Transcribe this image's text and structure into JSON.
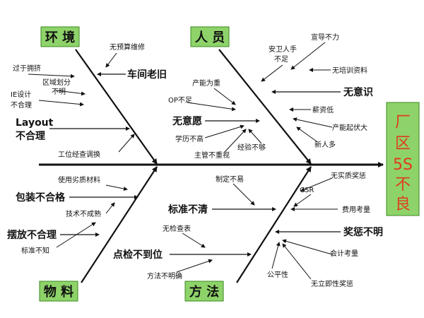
{
  "colors": {
    "box_fill": "#8ed36a",
    "box_border": "#3a8a1f",
    "effect_text": "#e03a1e",
    "line": "#111111"
  },
  "categories": {
    "environment": "环 境",
    "people": "人 员",
    "material": "物 料",
    "method": "方 法"
  },
  "effect": {
    "line1": "厂",
    "line2": "区",
    "line3": "5S",
    "line4": "不",
    "line5": "良"
  },
  "causes": {
    "environment": {
      "old_workshop": "车间老旧",
      "layout_line1": "Layout",
      "layout_line2": "不合理"
    },
    "people": {
      "no_awareness_left": "无意愿",
      "no_awareness_right": "无意识"
    },
    "material": {
      "packaging": "包装不合格",
      "placement": "摆放不合理"
    },
    "method": {
      "inspection": "点检不到位",
      "standard": "标准不清",
      "reward": "奖惩不明"
    }
  },
  "minor": {
    "no_budget": "无预算维修",
    "too_crowded": "过于拥挤",
    "area_unclear_1": "区域划分",
    "area_unclear_2": "不明",
    "ie_design_1": "IE设计",
    "ie_design_2": "不合理",
    "frequent_change": "工位经查调换",
    "output_first": "产能为重",
    "op_insufficient": "OP不足",
    "low_education": "学历不高",
    "supervisor": "主管不重视",
    "inexperienced": "经验不够",
    "understaffed_1": "安卫人手",
    "understaffed_2": "不足",
    "propaganda": "宣导不力",
    "training": "无培训资料",
    "low_pay": "薪资低",
    "capacity_swing": "产能起伏大",
    "new_staff": "新人多",
    "inferior_material": "使用劣质材料",
    "immature_tech": "技术不成熟",
    "unaware_standard": "标准不知",
    "no_checklist": "无检查表",
    "unclear_method": "方法不明确",
    "made_hard": "制定不易",
    "no_real_reward": "无实质奖惩",
    "csr": "CSR",
    "cost_review": "费用考量",
    "accounting_review": "会计考量",
    "fairness": "公平性",
    "no_instant_reward": "无立即性奖惩"
  }
}
